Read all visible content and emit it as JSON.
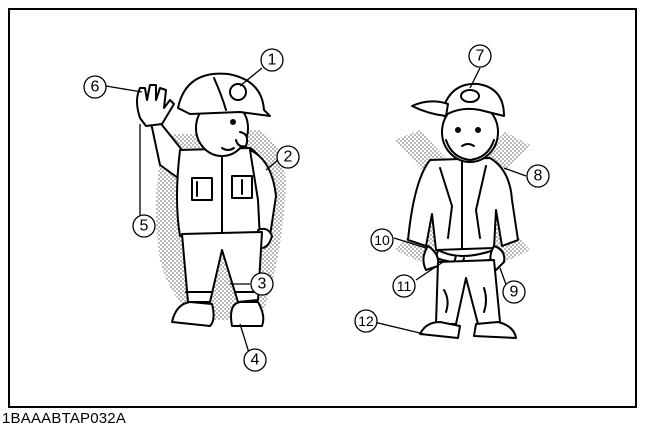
{
  "figure": {
    "caption": "1BAAABTAP032A",
    "callouts": [
      "1",
      "2",
      "3",
      "4",
      "5",
      "6",
      "7",
      "8",
      "9",
      "10",
      "11",
      "12"
    ]
  }
}
